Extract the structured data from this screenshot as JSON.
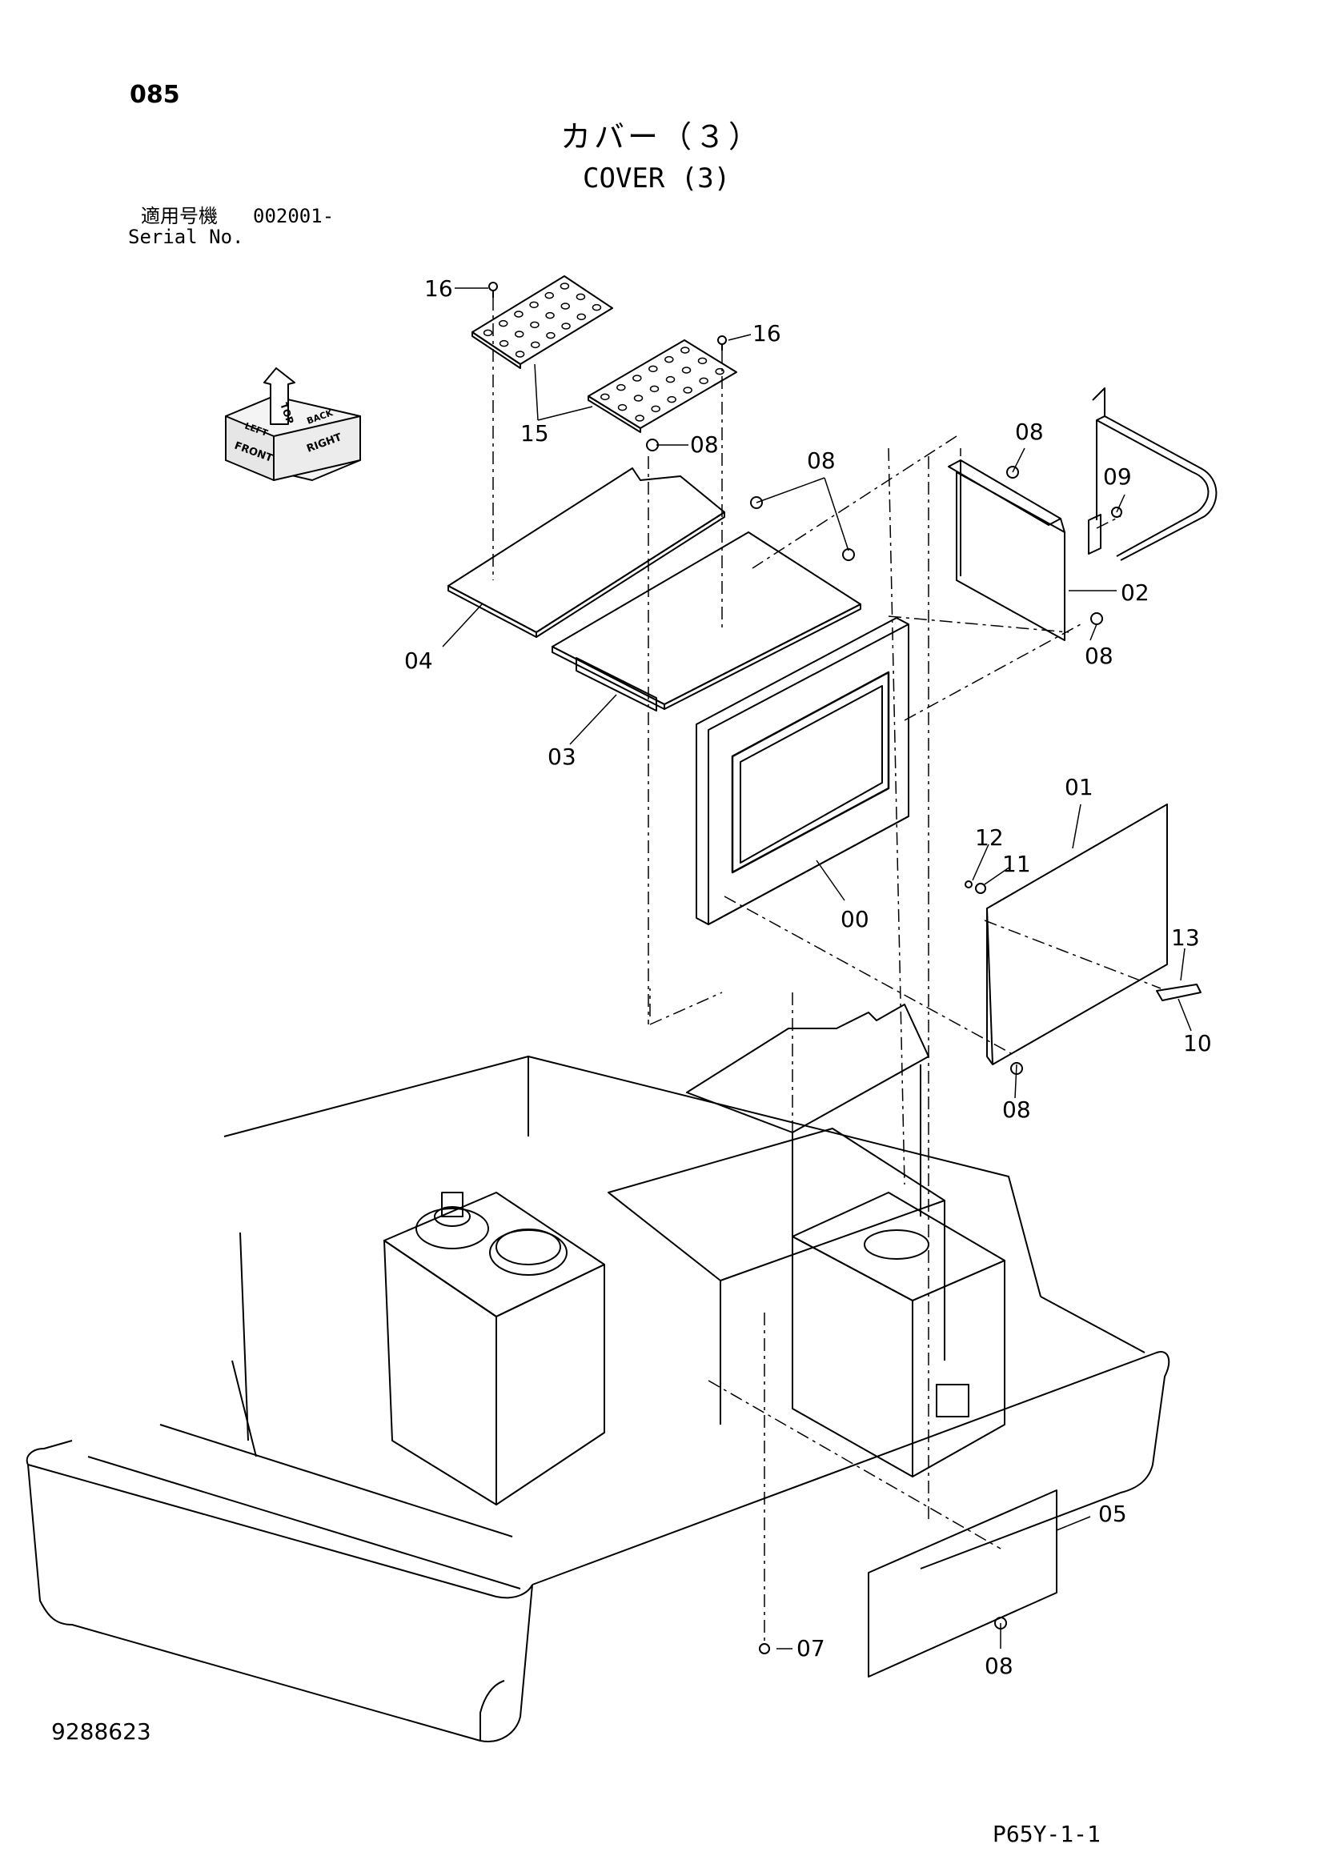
{
  "header": {
    "page_number": "085",
    "title_ja": "カバー（３）",
    "title_en": "COVER (3)",
    "serial_label_ja": "適用号機",
    "serial_range": "002001-",
    "serial_label_en": "Serial No."
  },
  "orientation_icon": {
    "labels": [
      "TOP",
      "FRONT",
      "RIGHT",
      "LEFT",
      "BACK"
    ]
  },
  "callouts": [
    {
      "id": "c16a",
      "label": "16"
    },
    {
      "id": "c16b",
      "label": "16"
    },
    {
      "id": "c15",
      "label": "15"
    },
    {
      "id": "c08a",
      "label": "08"
    },
    {
      "id": "c08b",
      "label": "08"
    },
    {
      "id": "c08c",
      "label": "08"
    },
    {
      "id": "c09",
      "label": "09"
    },
    {
      "id": "c02",
      "label": "02"
    },
    {
      "id": "c08d",
      "label": "08"
    },
    {
      "id": "c04",
      "label": "04"
    },
    {
      "id": "c03",
      "label": "03"
    },
    {
      "id": "c01",
      "label": "01"
    },
    {
      "id": "c12",
      "label": "12"
    },
    {
      "id": "c11",
      "label": "11"
    },
    {
      "id": "c00",
      "label": "00"
    },
    {
      "id": "c13",
      "label": "13"
    },
    {
      "id": "c10",
      "label": "10"
    },
    {
      "id": "c08e",
      "label": "08"
    },
    {
      "id": "c05",
      "label": "05"
    },
    {
      "id": "c07",
      "label": "07"
    },
    {
      "id": "c08f",
      "label": "08"
    }
  ],
  "footer": {
    "doc_number": "9288623",
    "page_code": "P65Y-1-1"
  }
}
